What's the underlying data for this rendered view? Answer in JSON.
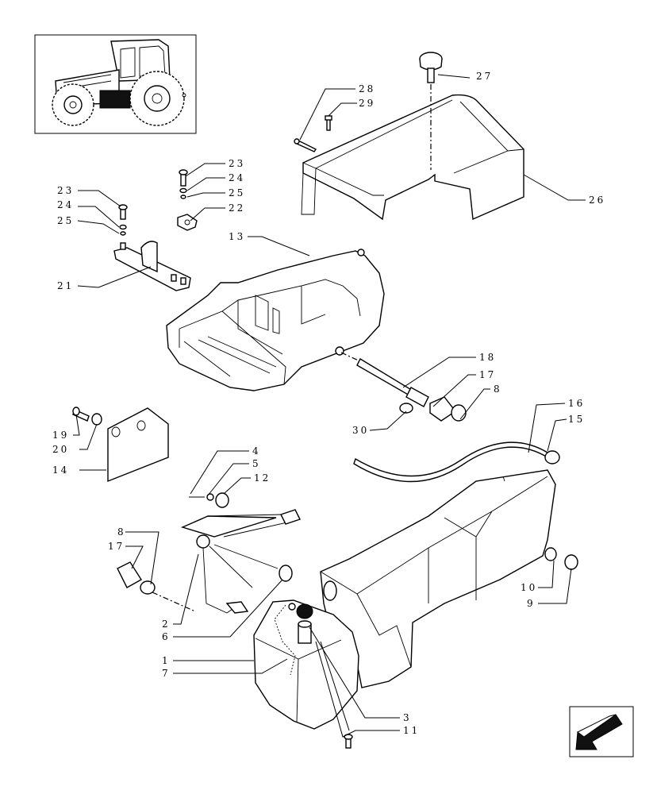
{
  "diagram": {
    "labels": {
      "p1": "1",
      "p2": "2",
      "p3": "3",
      "p4": "4",
      "p5": "5",
      "p6": "6",
      "p7": "7",
      "p8a": "8",
      "p8b": "8",
      "p9": "9",
      "p10": "10",
      "p11": "11",
      "p12": "12",
      "p13": "13",
      "p14": "14",
      "p15": "15",
      "p16": "16",
      "p17a": "17",
      "p17b": "17",
      "p18": "18",
      "p19": "19",
      "p20": "20",
      "p21": "21",
      "p22": "22",
      "p23a": "23",
      "p23b": "23",
      "p24a": "24",
      "p24b": "24",
      "p25a": "25",
      "p25b": "25",
      "p26": "26",
      "p27": "27",
      "p28": "28",
      "p29": "29",
      "p30": "30"
    },
    "icons": {
      "thumbnail": "tractor-thumbnail-icon",
      "nav": "previous-page-arrow-icon"
    }
  }
}
